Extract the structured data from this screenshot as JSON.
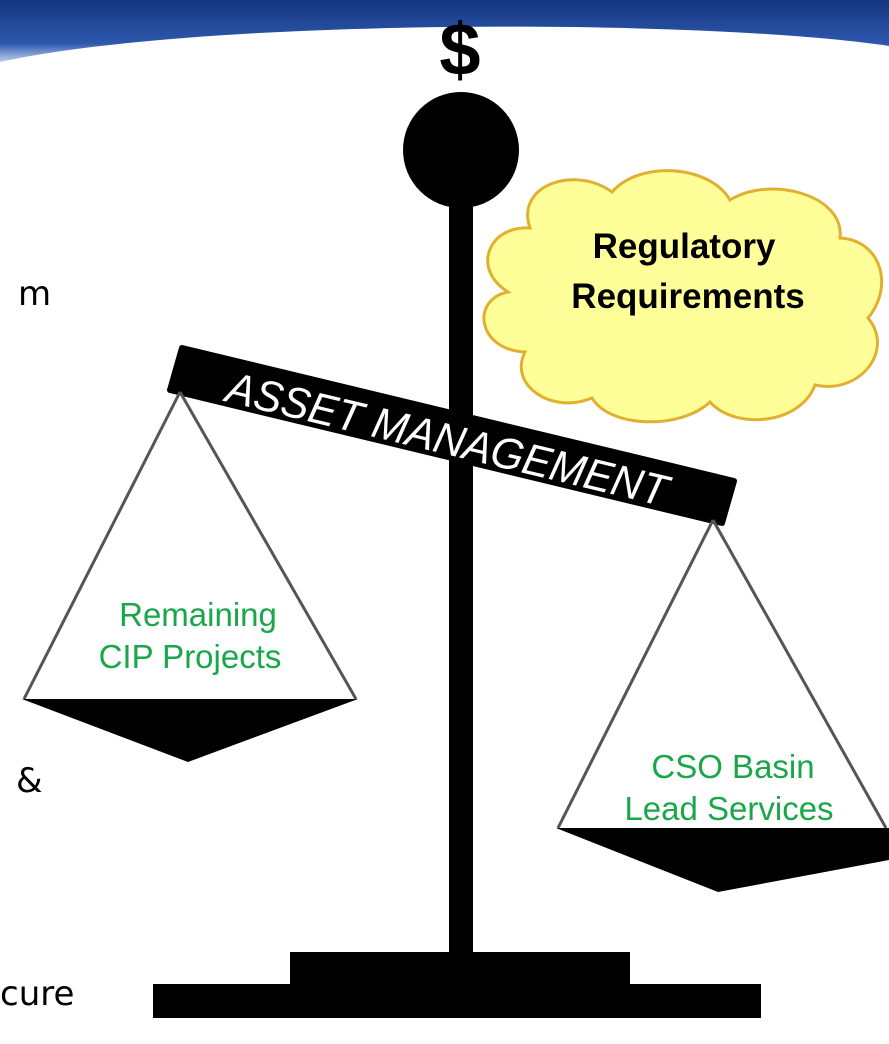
{
  "symbol": "$",
  "beam_label": "ASSET MANAGEMENT",
  "cloud": {
    "line1": "Regulatory",
    "line2": "Requirements"
  },
  "left_pan": {
    "line1": "Remaining",
    "line2": "CIP Projects"
  },
  "right_pan": {
    "line1": "CSO Basin",
    "line2": "Lead Services"
  },
  "cut_text": {
    "line1": "m",
    "line2": "&",
    "line3": "cure"
  },
  "colors": {
    "header_blue": "#1c3f8f",
    "scale_black": "#000000",
    "pan_text_green": "#1aa64a",
    "cloud_fill": "#ffff99",
    "cloud_stroke": "#e0b030",
    "string_gray": "#555555"
  }
}
